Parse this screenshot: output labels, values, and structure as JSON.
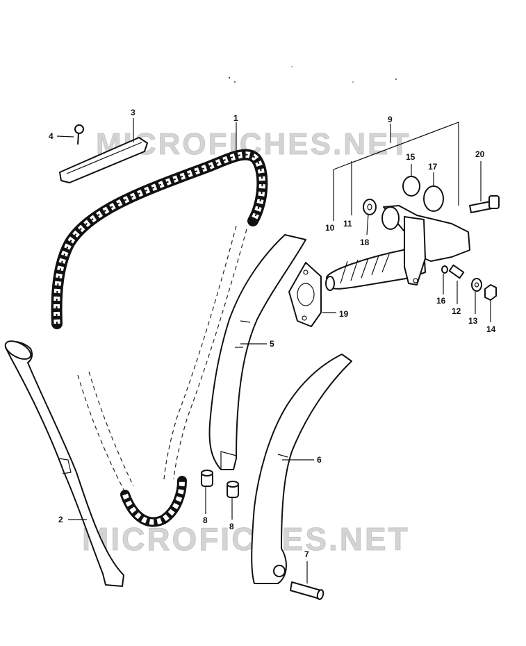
{
  "watermark": {
    "top": "MICROFICHES.NET",
    "bottom": "MICROFICHES.NET"
  },
  "callouts": {
    "c1": "1",
    "c2": "2",
    "c3": "3",
    "c4": "4",
    "c5": "5",
    "c6": "6",
    "c7": "7",
    "c8a": "8",
    "c8b": "8",
    "c9": "9",
    "c10": "10",
    "c11": "11",
    "c12": "12",
    "c13": "13",
    "c14": "14",
    "c15": "15",
    "c16": "16",
    "c17": "17",
    "c18": "18",
    "c19": "19",
    "c20": "20"
  }
}
